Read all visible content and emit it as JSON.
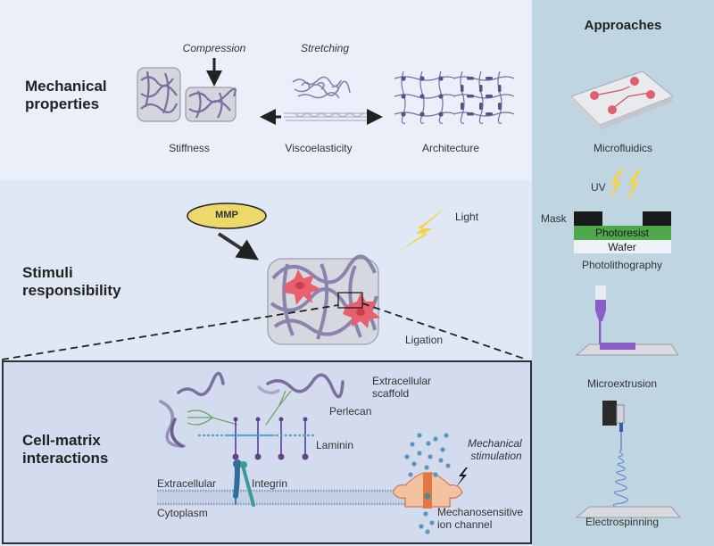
{
  "sections": {
    "mechanical": {
      "title_line1": "Mechanical",
      "title_line2": "properties",
      "labels": {
        "compression": "Compression",
        "stretching": "Stretching",
        "stiffness": "Stiffness",
        "viscoelasticity": "Viscoelasticity",
        "architecture": "Architecture"
      }
    },
    "stimuli": {
      "title_line1": "Stimuli",
      "title_line2": "responsibility",
      "labels": {
        "mmp": "MMP",
        "light": "Light",
        "ligation": "Ligation"
      }
    },
    "cell_matrix": {
      "title_line1": "Cell-matrix",
      "title_line2": "interactions",
      "labels": {
        "extracellular_scaffold_1": "Extracellular",
        "extracellular_scaffold_2": "scaffold",
        "perlecan": "Perlecan",
        "laminin": "Laminin",
        "extracellular": "Extracellular",
        "integrin": "Integrin",
        "cytoplasm": "Cytoplasm",
        "mech_stim_1": "Mechanical",
        "mech_stim_2": "stimulation",
        "ion_channel_1": "Mechanosensitive",
        "ion_channel_2": "ion channel"
      }
    }
  },
  "approaches": {
    "title": "Approaches",
    "items": [
      {
        "label": "Microfluidics"
      },
      {
        "label": "Photolithography",
        "uv": "UV",
        "mask": "Mask",
        "photoresist": "Photoresist",
        "wafer": "Wafer"
      },
      {
        "label": "Microextrusion"
      },
      {
        "label": "Electrospinning"
      }
    ]
  },
  "colors": {
    "fiber": "#7a6f9e",
    "cell": "#e8606e",
    "lightning": "#f3d34a",
    "mmp_fill": "#ecd96a",
    "photoresist": "#4fa84a",
    "extrusion": "#8d5cc9",
    "right_panel": "#bfd5e1"
  }
}
